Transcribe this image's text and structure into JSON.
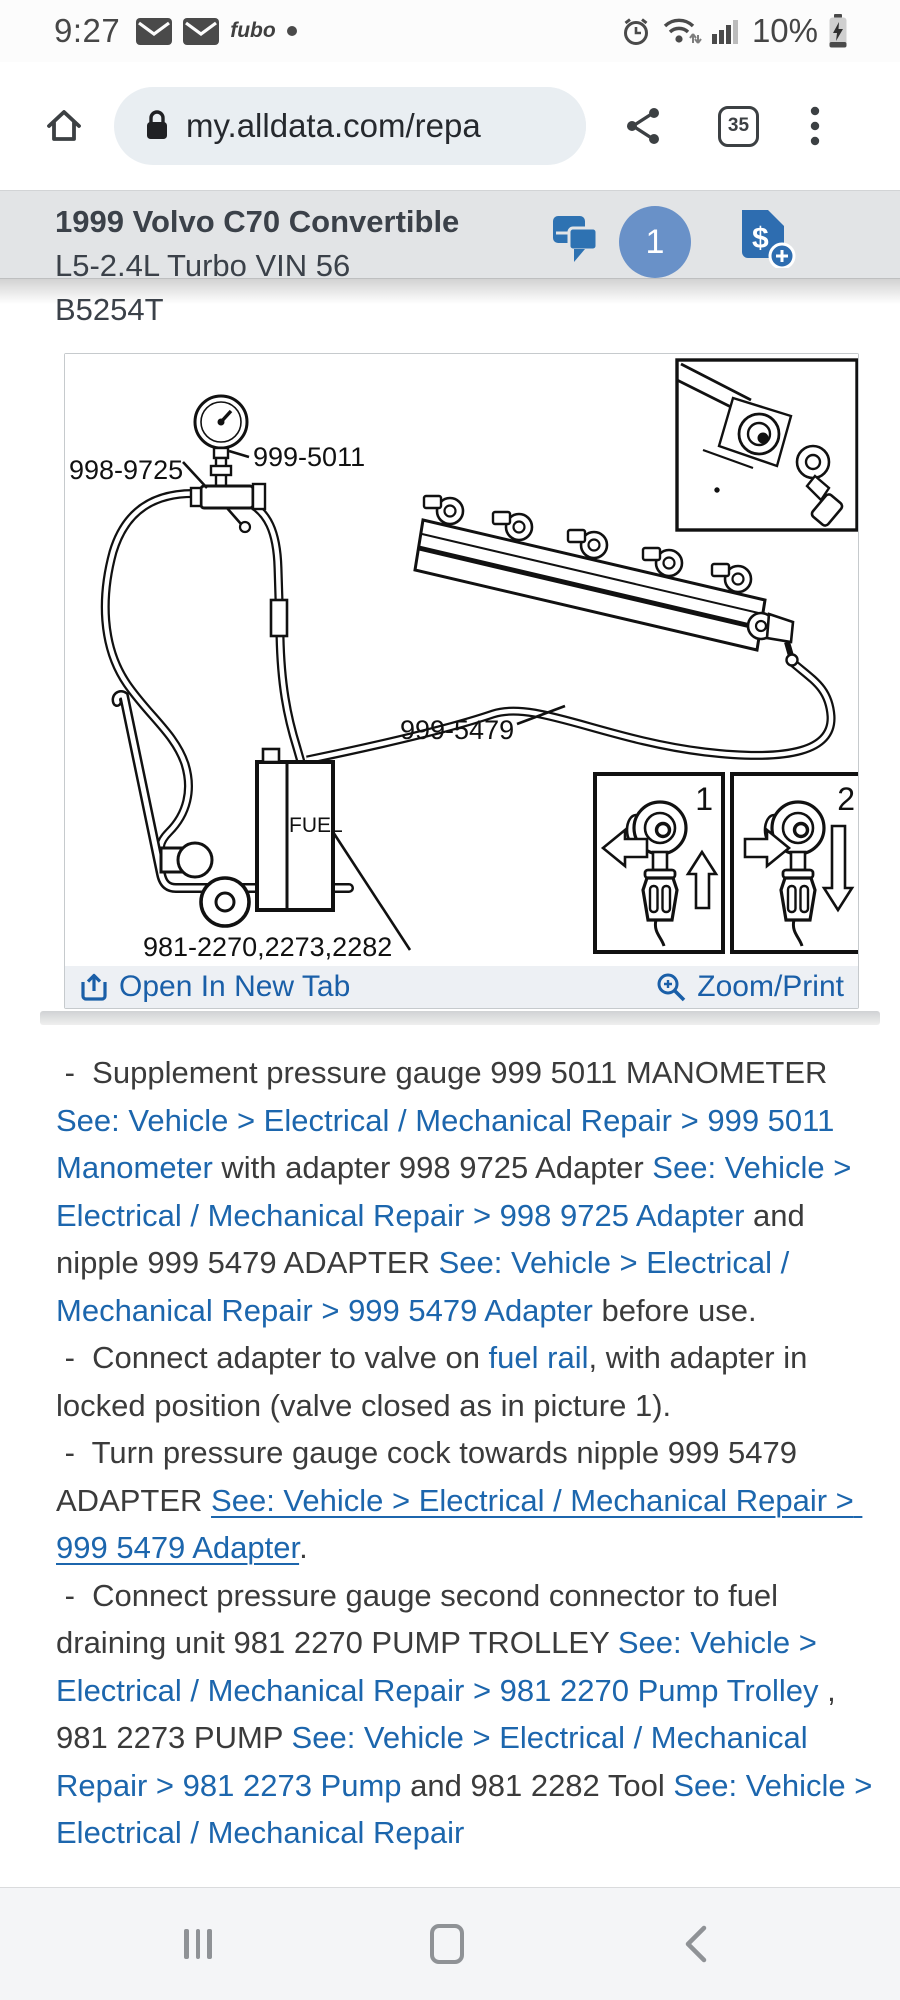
{
  "status": {
    "time": "9:27",
    "carrier": "fubo",
    "battery": "10%",
    "icons": [
      "envelope-icon",
      "envelope-icon",
      "alarm-icon",
      "wifi-icon",
      "signal-icon",
      "battery-charging-icon"
    ]
  },
  "browser": {
    "url": "my.alldata.com/repa",
    "tab_count": "35",
    "icons": [
      "home-icon",
      "lock-icon",
      "share-icon",
      "tabs-icon",
      "kebab-menu-icon"
    ]
  },
  "vehicle": {
    "line1": "1999 Volvo C70 Convertible",
    "line2": "L5-2.4L Turbo VIN 56",
    "line3": "B5254T",
    "badge": "1",
    "icons": [
      "chat-icon",
      "notification-count-badge",
      "add-quote-tag-icon"
    ],
    "accent_blue": "#2e72b2",
    "badge_blue": "#6991c8"
  },
  "figure": {
    "labels": {
      "adapter_998": "998-9725",
      "manometer_999": "999-5011",
      "nipple_5479": "999-5479",
      "trolley_981": "981-2270,2273,2282",
      "fuel": "FUEL",
      "inset_1": "1",
      "inset_2": "2"
    },
    "actions": {
      "open_tab": "Open In New Tab",
      "zoom_print": "Zoom/Print"
    },
    "link_blue": "#1a5fa8"
  },
  "content": {
    "link_blue": "#1c66ad",
    "paragraphs": [
      [
        {
          "t": " -  Supplement pressure gauge 999 5011 MANOMETER ",
          "k": "text"
        },
        {
          "t": "See: Vehicle > Electrical / Mechanical Repair > 999 5011 Manometer",
          "k": "link"
        },
        {
          "t": " with adapter 998 9725 Adapter ",
          "k": "text"
        },
        {
          "t": "See: Vehicle > Electrical / Mechanical Repair > 998 9725 Adapter",
          "k": "link"
        },
        {
          "t": " and nipple 999 5479 ADAPTER ",
          "k": "text"
        },
        {
          "t": "See: Vehicle > Electrical / Mechanical Repair > 999 5479 Adapter",
          "k": "link"
        },
        {
          "t": " before use.",
          "k": "text"
        }
      ],
      [
        {
          "t": " -  Connect adapter to valve on ",
          "k": "text"
        },
        {
          "t": "fuel rail",
          "k": "link"
        },
        {
          "t": ", with adapter in locked position (valve closed as in picture 1).",
          "k": "text"
        }
      ],
      [
        {
          "t": " -  Turn pressure gauge cock towards nipple 999 5479 ADAPTER ",
          "k": "text"
        },
        {
          "t": "See: Vehicle > Electrical / Mechanical Repair > 999 5479 Adapter",
          "k": "link_u"
        },
        {
          "t": ".",
          "k": "text"
        }
      ],
      [
        {
          "t": " -  Connect pressure gauge second connector to fuel draining unit 981 2270 PUMP TROLLEY ",
          "k": "text"
        },
        {
          "t": "See: Vehicle > Electrical / Mechanical Repair > 981 2270 Pump Trolley",
          "k": "link"
        },
        {
          "t": " , 981 2273 PUMP ",
          "k": "text"
        },
        {
          "t": "See: Vehicle > Electrical / Mechanical Repair > 981 2273 Pump",
          "k": "link"
        },
        {
          "t": " and 981 2282 Tool ",
          "k": "text"
        },
        {
          "t": "See: Vehicle > Electrical / Mechanical Repair",
          "k": "link"
        }
      ]
    ]
  },
  "nav": {
    "icons": [
      "recents-icon",
      "home-icon",
      "back-icon"
    ]
  }
}
